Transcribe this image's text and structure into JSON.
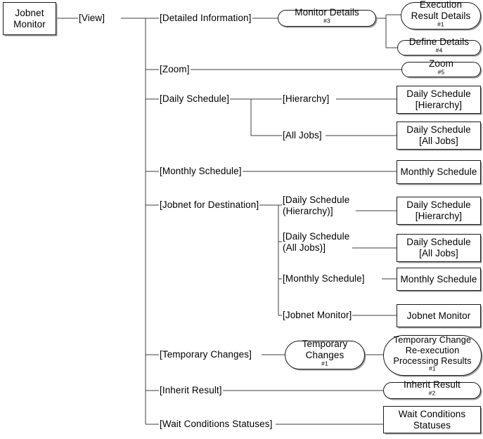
{
  "diagram": {
    "title": "Jobnet Monitor view menu hierarchy",
    "type": "tree-diagram",
    "line_color": "#3c3c3c",
    "box_border_color": "#1a1a1a",
    "shadow_color": "#9a9a9a",
    "background": "#ffffff"
  },
  "root": {
    "label": "Jobnet\nMonitor",
    "shape": "rect"
  },
  "level1": {
    "view": "[View]"
  },
  "menu_items": [
    {
      "label": "[Detailed Information]"
    },
    {
      "label": "[Zoom]"
    },
    {
      "label": "[Daily Schedule]"
    },
    {
      "label": "[Monthly Schedule]"
    },
    {
      "label": "[Jobnet for Destination]"
    },
    {
      "label": "[Temporary Changes]"
    },
    {
      "label": "[Inherit Result]"
    },
    {
      "label": "[Wait Conditions Statuses]"
    }
  ],
  "submenu_items": [
    {
      "label": "[Hierarchy]"
    },
    {
      "label": "[All Jobs]"
    },
    {
      "label": "[Daily Schedule\n(Hierarchy)]"
    },
    {
      "label": "[Daily Schedule\n(All Jobs)]"
    },
    {
      "label": "[Monthly Schedule]"
    },
    {
      "label": "[Jobnet Monitor]"
    }
  ],
  "windows": [
    {
      "name": "monitor-details",
      "label": "Monitor Details",
      "note": "#3",
      "shape": "round"
    },
    {
      "name": "execution-result-details",
      "label": "Execution\nResult Details",
      "note": "#1",
      "shape": "round"
    },
    {
      "name": "define-details",
      "label": "Define Details",
      "note": "#4",
      "shape": "round"
    },
    {
      "name": "zoom",
      "label": "Zoom",
      "note": "#5",
      "shape": "round"
    },
    {
      "name": "daily-schedule-hierarchy",
      "label": "Daily Schedule\n[Hierarchy]",
      "note": "",
      "shape": "rect"
    },
    {
      "name": "daily-schedule-all-jobs",
      "label": "Daily Schedule\n[All Jobs]",
      "note": "",
      "shape": "rect"
    },
    {
      "name": "monthly-schedule",
      "label": "Monthly Schedule",
      "note": "",
      "shape": "rect"
    },
    {
      "name": "dest-daily-schedule-hierarchy",
      "label": "Daily Schedule\n[Hierarchy]",
      "note": "",
      "shape": "rect"
    },
    {
      "name": "dest-daily-schedule-all-jobs",
      "label": "Daily Schedule\n[All Jobs]",
      "note": "",
      "shape": "rect"
    },
    {
      "name": "dest-monthly-schedule",
      "label": "Monthly Schedule",
      "note": "",
      "shape": "rect"
    },
    {
      "name": "dest-jobnet-monitor",
      "label": "Jobnet Monitor",
      "note": "",
      "shape": "rect"
    },
    {
      "name": "temporary-changes",
      "label": "Temporary\nChanges",
      "note": "#1",
      "shape": "round"
    },
    {
      "name": "temporary-change-reexec",
      "label": "Temporary Change\nRe-execution\nProcessing Results",
      "note": "#1",
      "shape": "round"
    },
    {
      "name": "inherit-result",
      "label": "Inherit Result",
      "note": "#2",
      "shape": "round"
    },
    {
      "name": "wait-conditions-statuses",
      "label": "Wait Conditions\nStatuses",
      "note": "",
      "shape": "rect"
    }
  ]
}
